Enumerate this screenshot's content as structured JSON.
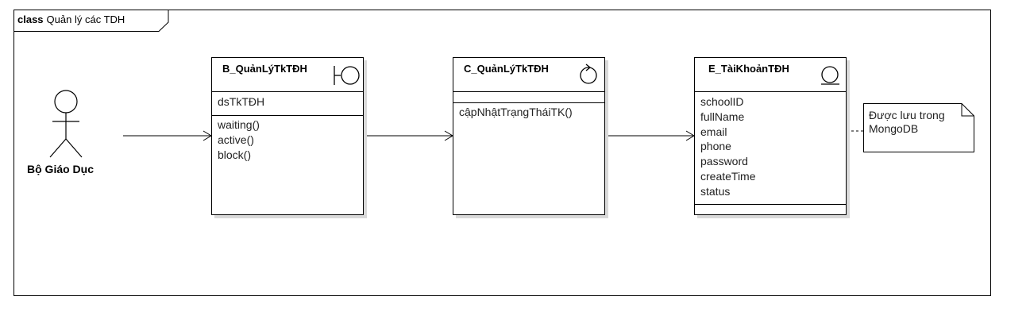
{
  "frame": {
    "keyword": "class",
    "title": "Quản lý các TDH"
  },
  "actor": {
    "name": "Bộ Giáo Dục",
    "icon": "actor-stick-figure-icon"
  },
  "boundary_class": {
    "name": "B_QuảnLýTkTĐH",
    "icon": "boundary-icon",
    "attributes": [
      "dsTkTĐH"
    ],
    "operations": [
      "waiting()",
      "active()",
      "block()"
    ]
  },
  "control_class": {
    "name": "C_QuảnLýTkTĐH",
    "icon": "control-icon",
    "attributes": [],
    "operations": [
      "cậpNhậtTrạngTháiTK()"
    ]
  },
  "entity_class": {
    "name": "E_TàiKhoảnTĐH",
    "icon": "entity-icon",
    "attributes": [
      "schoolID",
      "fullName",
      "email",
      "phone",
      "password",
      "createTime",
      "status"
    ],
    "operations": []
  },
  "note": {
    "line1": "Được lưu trong",
    "line2": "MongoDB"
  }
}
